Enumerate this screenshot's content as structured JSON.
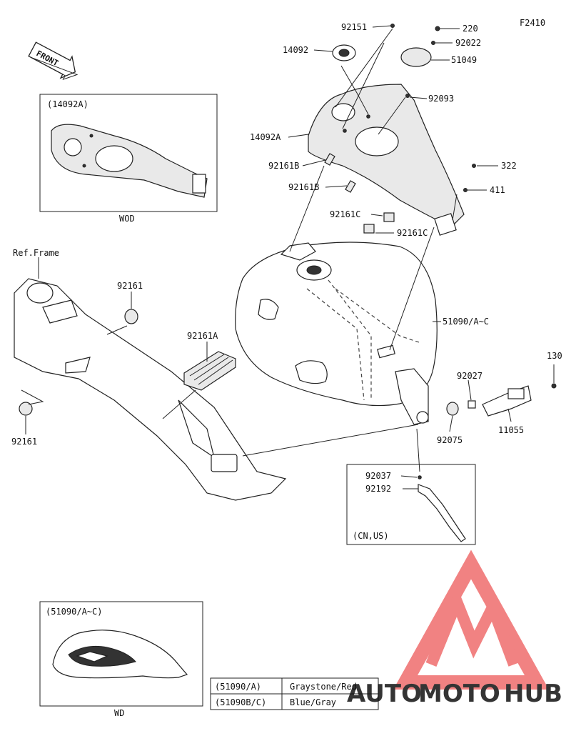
{
  "figure_code": "F2410",
  "front_label": "FRONT",
  "ref_frame_label": "Ref.Frame",
  "part_labels": [
    "92151",
    "220",
    "92022",
    "14092",
    "51049",
    "92093",
    "14092A",
    "92161B",
    "92161B",
    "322",
    "411",
    "92161C",
    "92161C",
    "92161",
    "92161A",
    "51090/A~C",
    "92027",
    "130",
    "92161",
    "92075",
    "11055",
    "92037",
    "92192"
  ],
  "insets": {
    "wod_ref": "(14092A)",
    "wod_caption": "WOD",
    "cnus_caption": "(CN,US)",
    "wd_ref": "(51090/A~C)",
    "wd_caption": "WD"
  },
  "color_table": {
    "rows": [
      {
        "code": "(51090/A)",
        "color": "Graystone/Red"
      },
      {
        "code": "(51090B/C)",
        "color": "Blue/Gray"
      }
    ]
  },
  "watermark": {
    "brand_text": "AUTOMOTOHUB",
    "part1": "AUTO",
    "part2": "MOTO",
    "part3": "HUB",
    "color_red": "#ef6d6d",
    "color_orange": "#f5b77a",
    "color_gray": "#8a8a8a"
  }
}
